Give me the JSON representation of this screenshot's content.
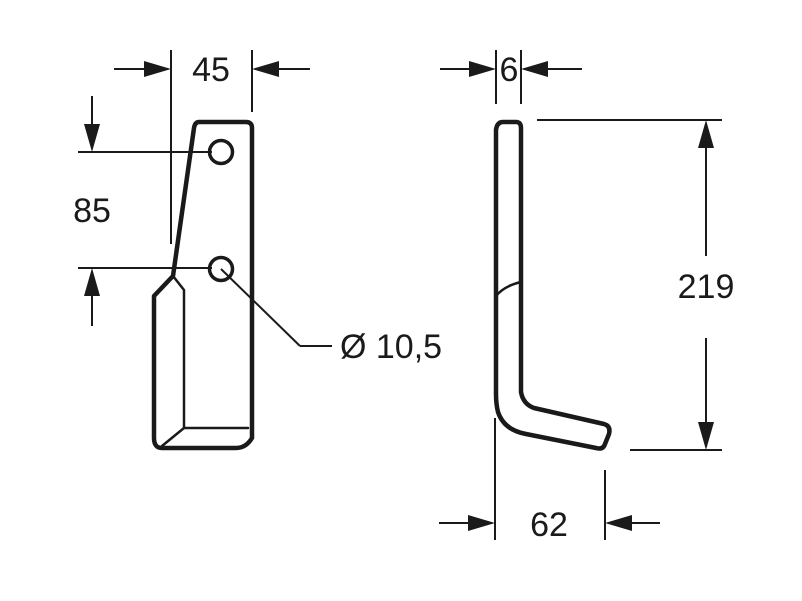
{
  "dimensions": {
    "width_blade": "45",
    "thickness": "6",
    "hole_spacing": "85",
    "hole_diameter": "Ø 10,5",
    "height": "219",
    "offset": "62"
  },
  "colors": {
    "line": "#1a1a1a",
    "background": "#ffffff"
  }
}
